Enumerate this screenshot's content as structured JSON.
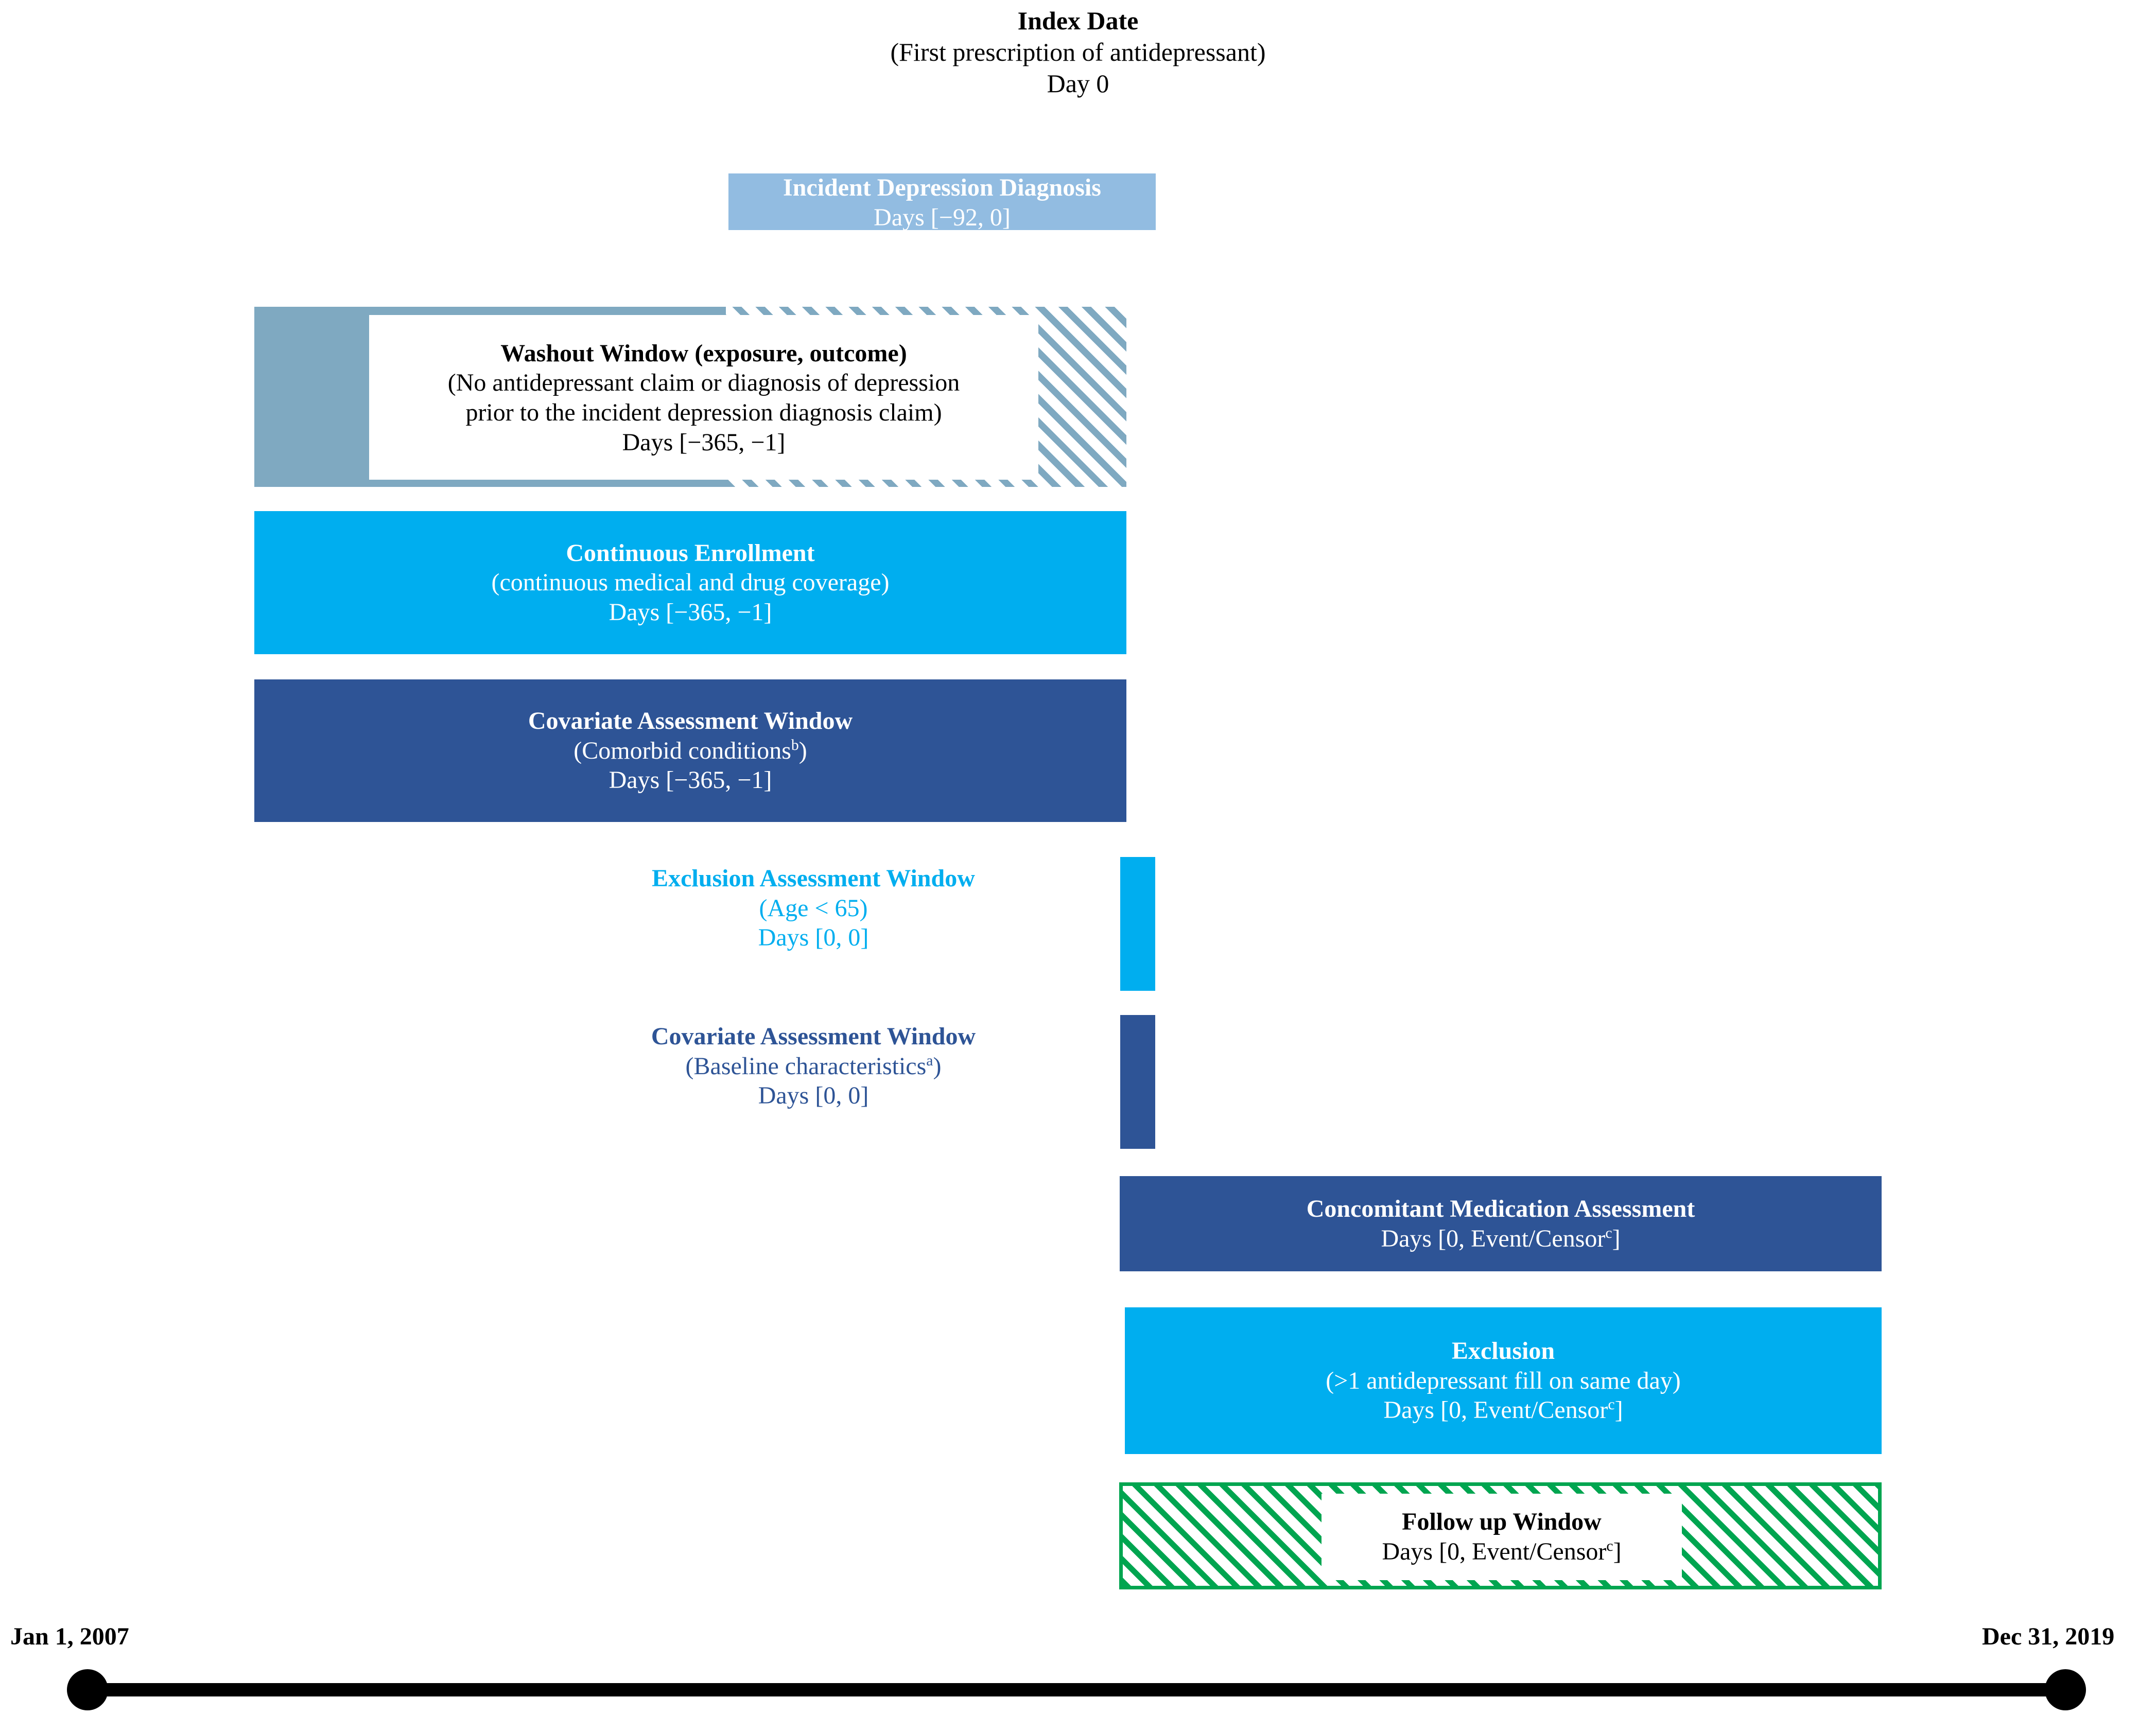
{
  "header": {
    "title": "Index Date",
    "subtitle": "(First prescription of antidepressant)",
    "day": "Day 0"
  },
  "colors": {
    "light_blue": "#92BCE1",
    "steel_blue": "#7FA9C1",
    "cyan": "#00AEEF",
    "navy": "#2E5496",
    "green": "#00A550",
    "black": "#000000",
    "white": "#FFFFFF"
  },
  "bands": {
    "incident": {
      "title": "Incident Depression Diagnosis",
      "days": "Days [−92, 0]"
    },
    "washout": {
      "title": "Washout Window (exposure, outcome)",
      "detail_line1": "(No antidepressant claim or diagnosis of depression",
      "detail_line2": "prior to the incident depression diagnosis claim)",
      "days": "Days [−365, −1]"
    },
    "enrollment": {
      "title": "Continuous Enrollment",
      "detail": "(continuous medical and drug coverage)",
      "days": "Days [−365, −1]"
    },
    "covariate_comorbid": {
      "title": "Covariate Assessment Window",
      "detail_pre": "(Comorbid conditions",
      "detail_sup": "b",
      "detail_post": ")",
      "days": "Days [−365, −1]"
    },
    "exclusion_assessment": {
      "title": "Exclusion Assessment Window",
      "detail": "(Age < 65)",
      "days": "Days [0, 0]"
    },
    "covariate_baseline": {
      "title": "Covariate Assessment Window",
      "detail_pre": "(Baseline characteristics",
      "detail_sup": "a",
      "detail_post": ")",
      "days": "Days [0, 0]"
    },
    "concomitant": {
      "title": "Concomitant Medication Assessment",
      "days_pre": "Days [0, Event/Censor",
      "days_sup": "c",
      "days_post": "]"
    },
    "exclusion": {
      "title": "Exclusion",
      "detail": "(>1 antidepressant fill on same day)",
      "days_pre": "Days [0, Event/Censor",
      "days_sup": "c",
      "days_post": "]"
    },
    "followup": {
      "title": "Follow up Window",
      "days_pre": "Days [0, Event/Censor",
      "days_sup": "c",
      "days_post": "]"
    }
  },
  "timeline": {
    "start_label": "Jan 1, 2007",
    "end_label": "Dec 31, 2019"
  }
}
